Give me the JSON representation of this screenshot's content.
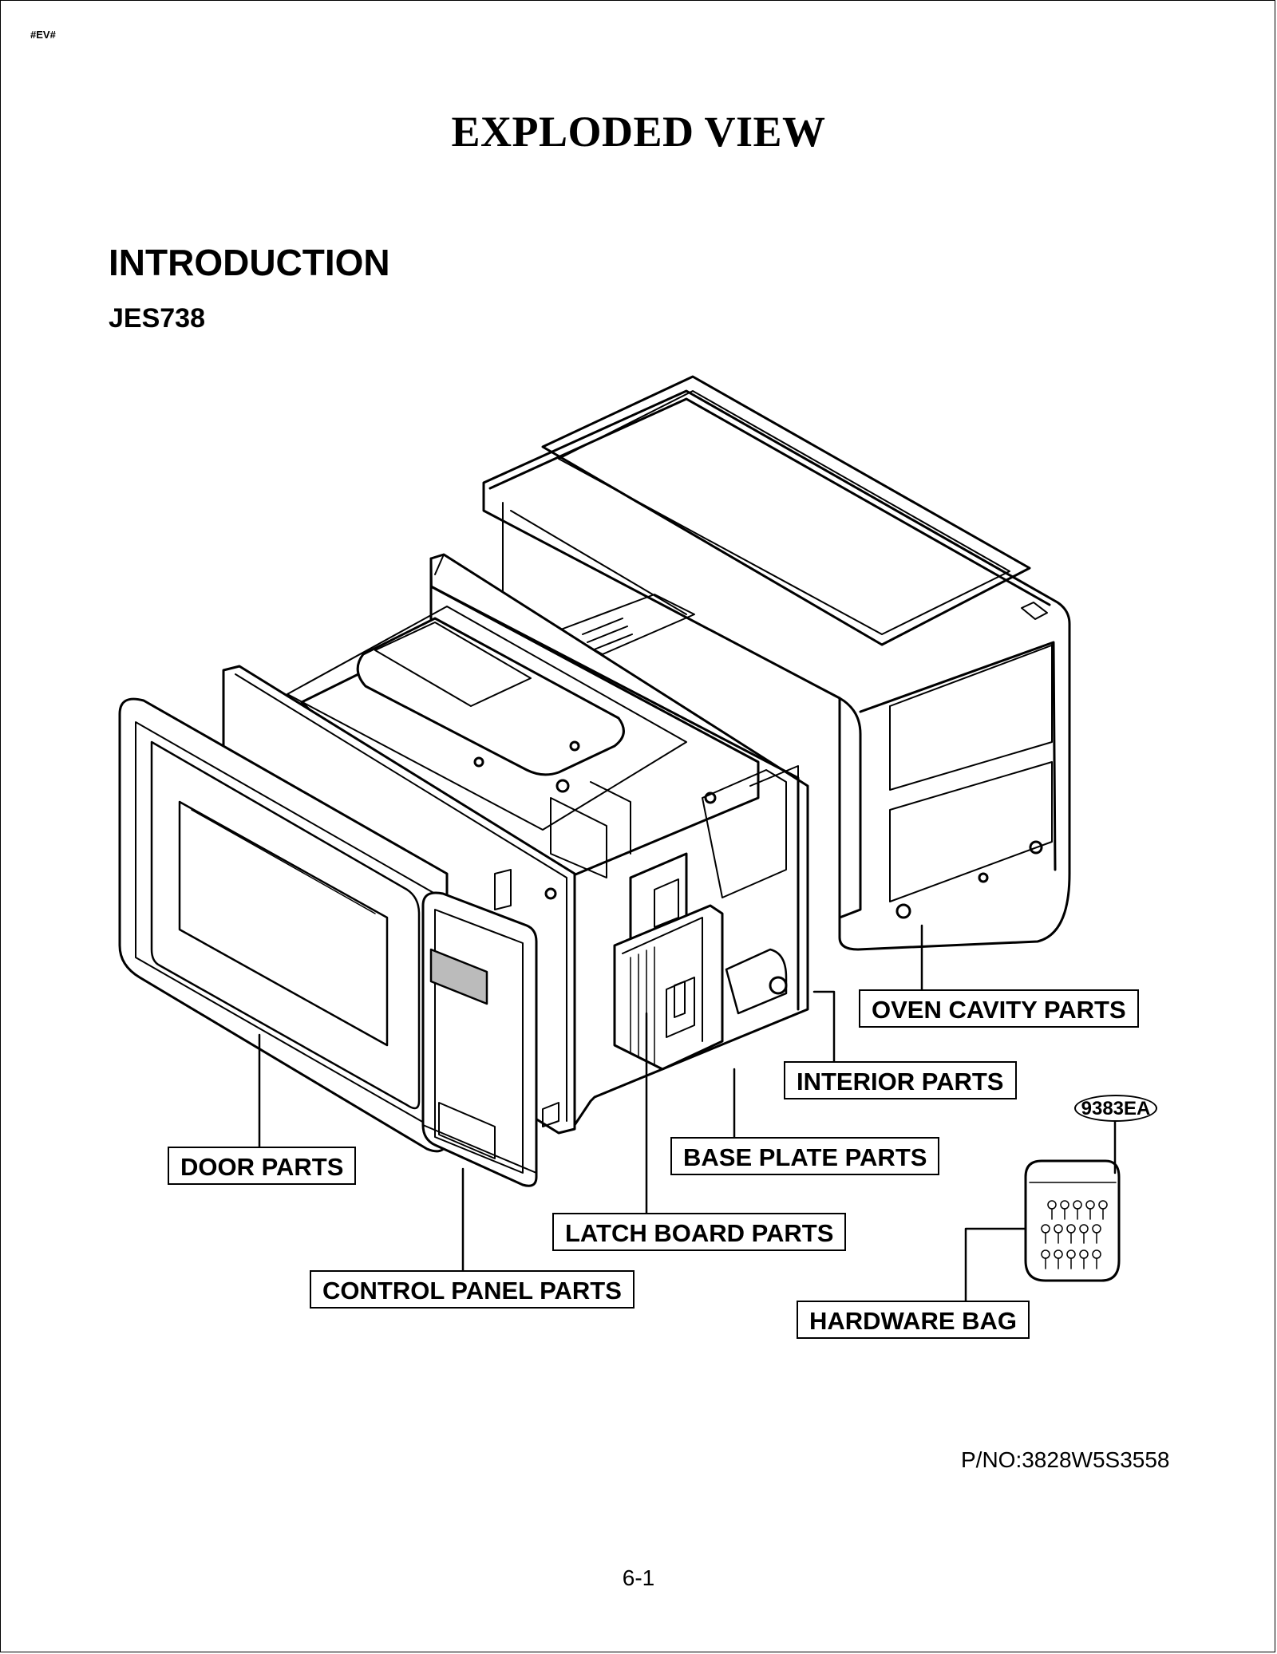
{
  "header": {
    "doc_code": "#EV#",
    "title": "EXPLODED VIEW"
  },
  "intro": {
    "heading": "INTRODUCTION",
    "model": "JES738"
  },
  "callouts": {
    "oven_cavity": "OVEN CAVITY PARTS",
    "interior": "INTERIOR PARTS",
    "base_plate": "BASE PLATE PARTS",
    "latch_board": "LATCH BOARD PARTS",
    "control_panel": "CONTROL PANEL PARTS",
    "door": "DOOR PARTS",
    "hardware_bag": "HARDWARE BAG",
    "hardware_code": "9383EA"
  },
  "footer": {
    "part_number": "P/NO:3828W5S3558",
    "page": "6-1"
  }
}
